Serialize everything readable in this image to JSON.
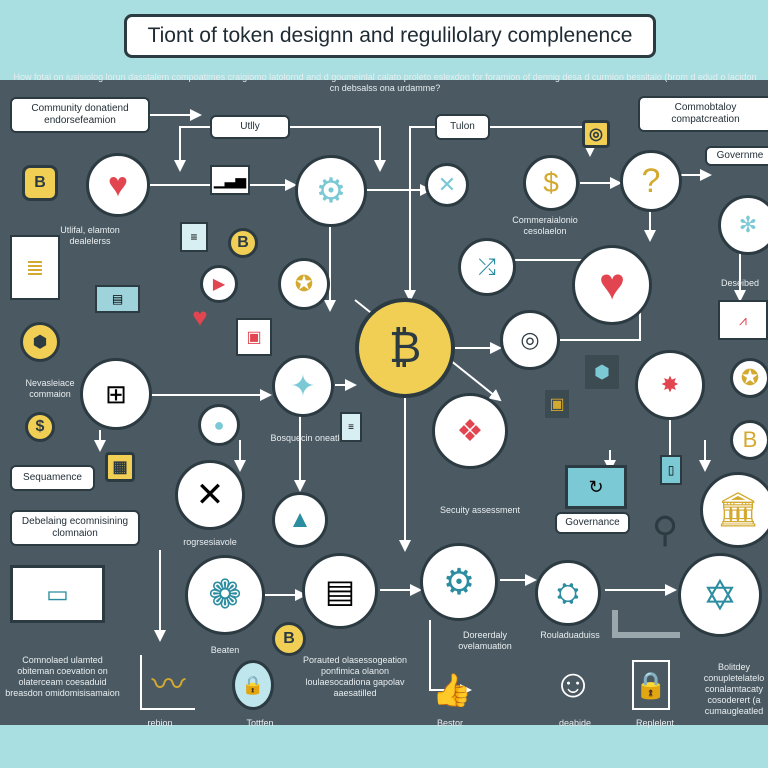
{
  "title": "Tiont of token designn and regulilolary complenence",
  "subtitle": "How fotal on iusisiolog lorun dasstalem compoatimes craigiomo latolornd and d goumeinlal calato proleto eslexdon for foramion of dennig desa d curmion bessitalo (brom d edud o lacidon cn debsalss ona urdamme?",
  "boxes": {
    "community": "Community donatiend endorsefeamion",
    "utility": "Utlly",
    "token": "Tulon",
    "commobtaloy": "Commobtaloy compatcreation",
    "governme": "Governme",
    "sequence": "Sequamence",
    "debelaing": "Debelaing ecomnisining clomnaion",
    "governance": "Governance"
  },
  "labels": {
    "utlfal": "Utlifal, elamton dealelerss",
    "commercial": "Commeraialonio cesolaelon",
    "deseibed": "Deseibed",
    "nevaslaiace": "Nevasleiace commaion",
    "bosquecin": "Bosquecin oneatle",
    "rograsiavole": "rogrsesiavole",
    "security": "Secuity assessment",
    "commolaed": "Comnolaed ulamted obiteman coevation on olaterceam coesaduid breasdon omidomisisamaion",
    "rebion": "rebion",
    "beaten": "Beaten",
    "tottfen": "Tottfen",
    "porauted": "Porauted olasessogeation ponfimica olanon loulaesocadiona gapolav aaesatilled",
    "doreerdaly": "Doreerdaly ovelamuation",
    "rouladuaduiss": "Rouladuaduiss",
    "bestor": "Bestor",
    "deabide": "deabide",
    "replelent": "Replelent",
    "bolitdey": "Bolitdey conupletelatelo conalamtacaty cosoderert (a cumaugleatled"
  },
  "colors": {
    "panel": "#4b5962",
    "background": "#a9dfe1",
    "coin": "#f1cf55",
    "heart": "#e2454f",
    "teal": "#7cc9d6"
  }
}
